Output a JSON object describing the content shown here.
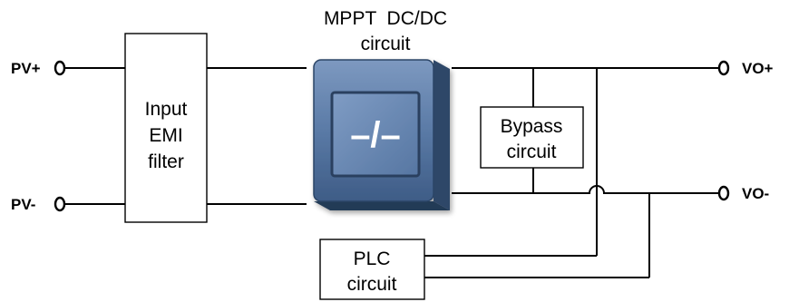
{
  "ports": {
    "pv_plus": "PV+",
    "pv_minus": "PV-",
    "vo_plus": "VO+",
    "vo_minus": "VO-"
  },
  "blocks": {
    "input_filter": [
      "Input",
      "EMI",
      "filter"
    ],
    "mppt": [
      "MPPT  DC/DC",
      "circuit"
    ],
    "bypass": [
      "Bypass",
      "circuit"
    ],
    "plc": [
      "PLC",
      "circuit"
    ]
  },
  "converter_symbol": "–/–",
  "colors": {
    "converter_face": "#5a7aa6",
    "converter_side": "#2e4768",
    "converter_inner": "#6f8db6",
    "line": "#000000"
  },
  "icons": {
    "converter": "dc-dc-converter-icon"
  }
}
